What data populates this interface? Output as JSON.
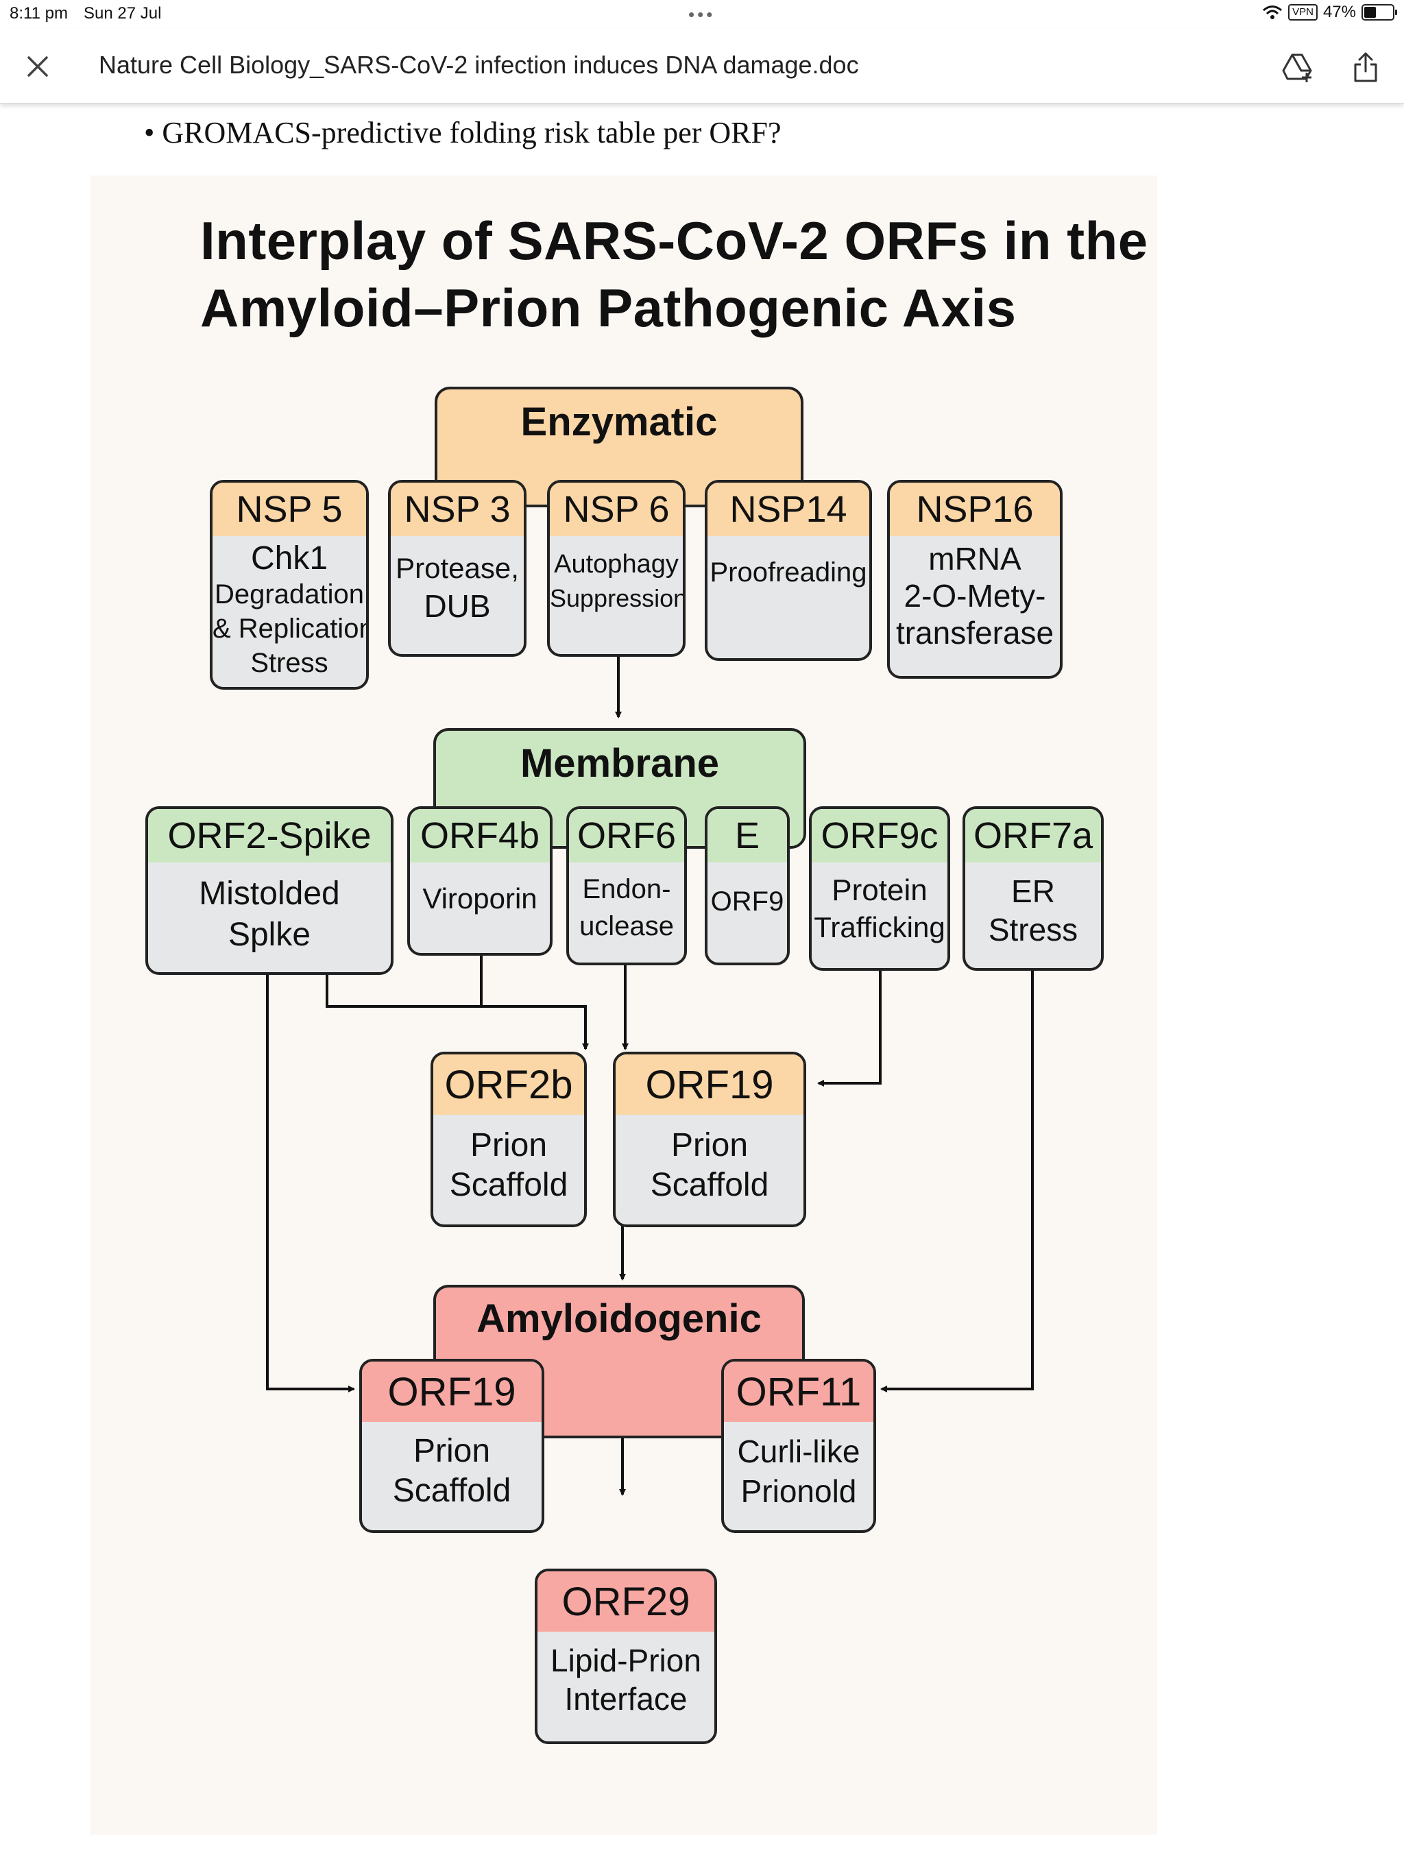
{
  "status_bar": {
    "time": "8:11 pm",
    "date": "Sun 27 Jul",
    "dots": "•••",
    "vpn": "VPN",
    "battery": "47%",
    "battery_level": 0.47
  },
  "header": {
    "close_icon": "close-icon",
    "title": "Nature Cell Biology_SARS-CoV-2 infection induces DNA damage.doc",
    "icons": [
      "add-to-drive-icon",
      "share-icon"
    ]
  },
  "document": {
    "bullet": "•",
    "bullet_text": "GROMACS-predictive folding risk table per ORF?"
  },
  "figure": {
    "title_line1": "Interplay of SARS-CoV-2 ORFs in the",
    "title_line2": "Amyloid–Prion Pathogenic Axis",
    "colors": {
      "enzymatic": "#fbd6a6",
      "membrane": "#cbe7c2",
      "amyloidogenic": "#f7a8a3",
      "body": "#e6e7e8",
      "background": "#fbf7f3"
    },
    "groups": {
      "enzymatic": "Enzymatic",
      "membrane": "Membrane",
      "amyloidogenic": "Amyloidogenic"
    },
    "nsp5": {
      "title": "NSP 5",
      "l1": "Chk1",
      "l2": "Degradation",
      "l3": "& Replication",
      "l4": "Stress"
    },
    "nsp3": {
      "title": "NSP 3",
      "l1": "Protease,",
      "l2": "DUB"
    },
    "nsp6": {
      "title": "NSP 6",
      "l1": "Autophagy",
      "l2": "Suppression"
    },
    "nsp14": {
      "title": "NSP14",
      "l1": "Proofreading"
    },
    "nsp16": {
      "title": "NSP16",
      "l1": "mRNA",
      "l2": "2-O-Mety-",
      "l3": "transferase"
    },
    "orf2spike": {
      "title": "ORF2-Spike",
      "l1": "Mistolded",
      "l2": "Splke"
    },
    "orf4b": {
      "title": "ORF4b",
      "l1": "Viroporin"
    },
    "orf6": {
      "title": "ORF6",
      "l1": "Endon-",
      "l2": "uclease"
    },
    "e": {
      "title": "E",
      "l1": "ORF9"
    },
    "orf9c": {
      "title": "ORF9c",
      "l1": "Protein",
      "l2": "Trafficking"
    },
    "orf7a": {
      "title": "ORF7a",
      "l1": "ER",
      "l2": "Stress"
    },
    "orf2b": {
      "title": "ORF2b",
      "l1": "Prion",
      "l2": "Scaffold"
    },
    "orf19_mid": {
      "title": "ORF19",
      "l1": "Prion",
      "l2": "Scaffold"
    },
    "orf19_low": {
      "title": "ORF19",
      "l1": "Prion",
      "l2": "Scaffold"
    },
    "orf11": {
      "title": "ORF11",
      "l1": "Curli-like",
      "l2": "Prionold"
    },
    "orf29": {
      "title": "ORF29",
      "l1": "Lipid-Prion",
      "l2": "Interface"
    }
  }
}
